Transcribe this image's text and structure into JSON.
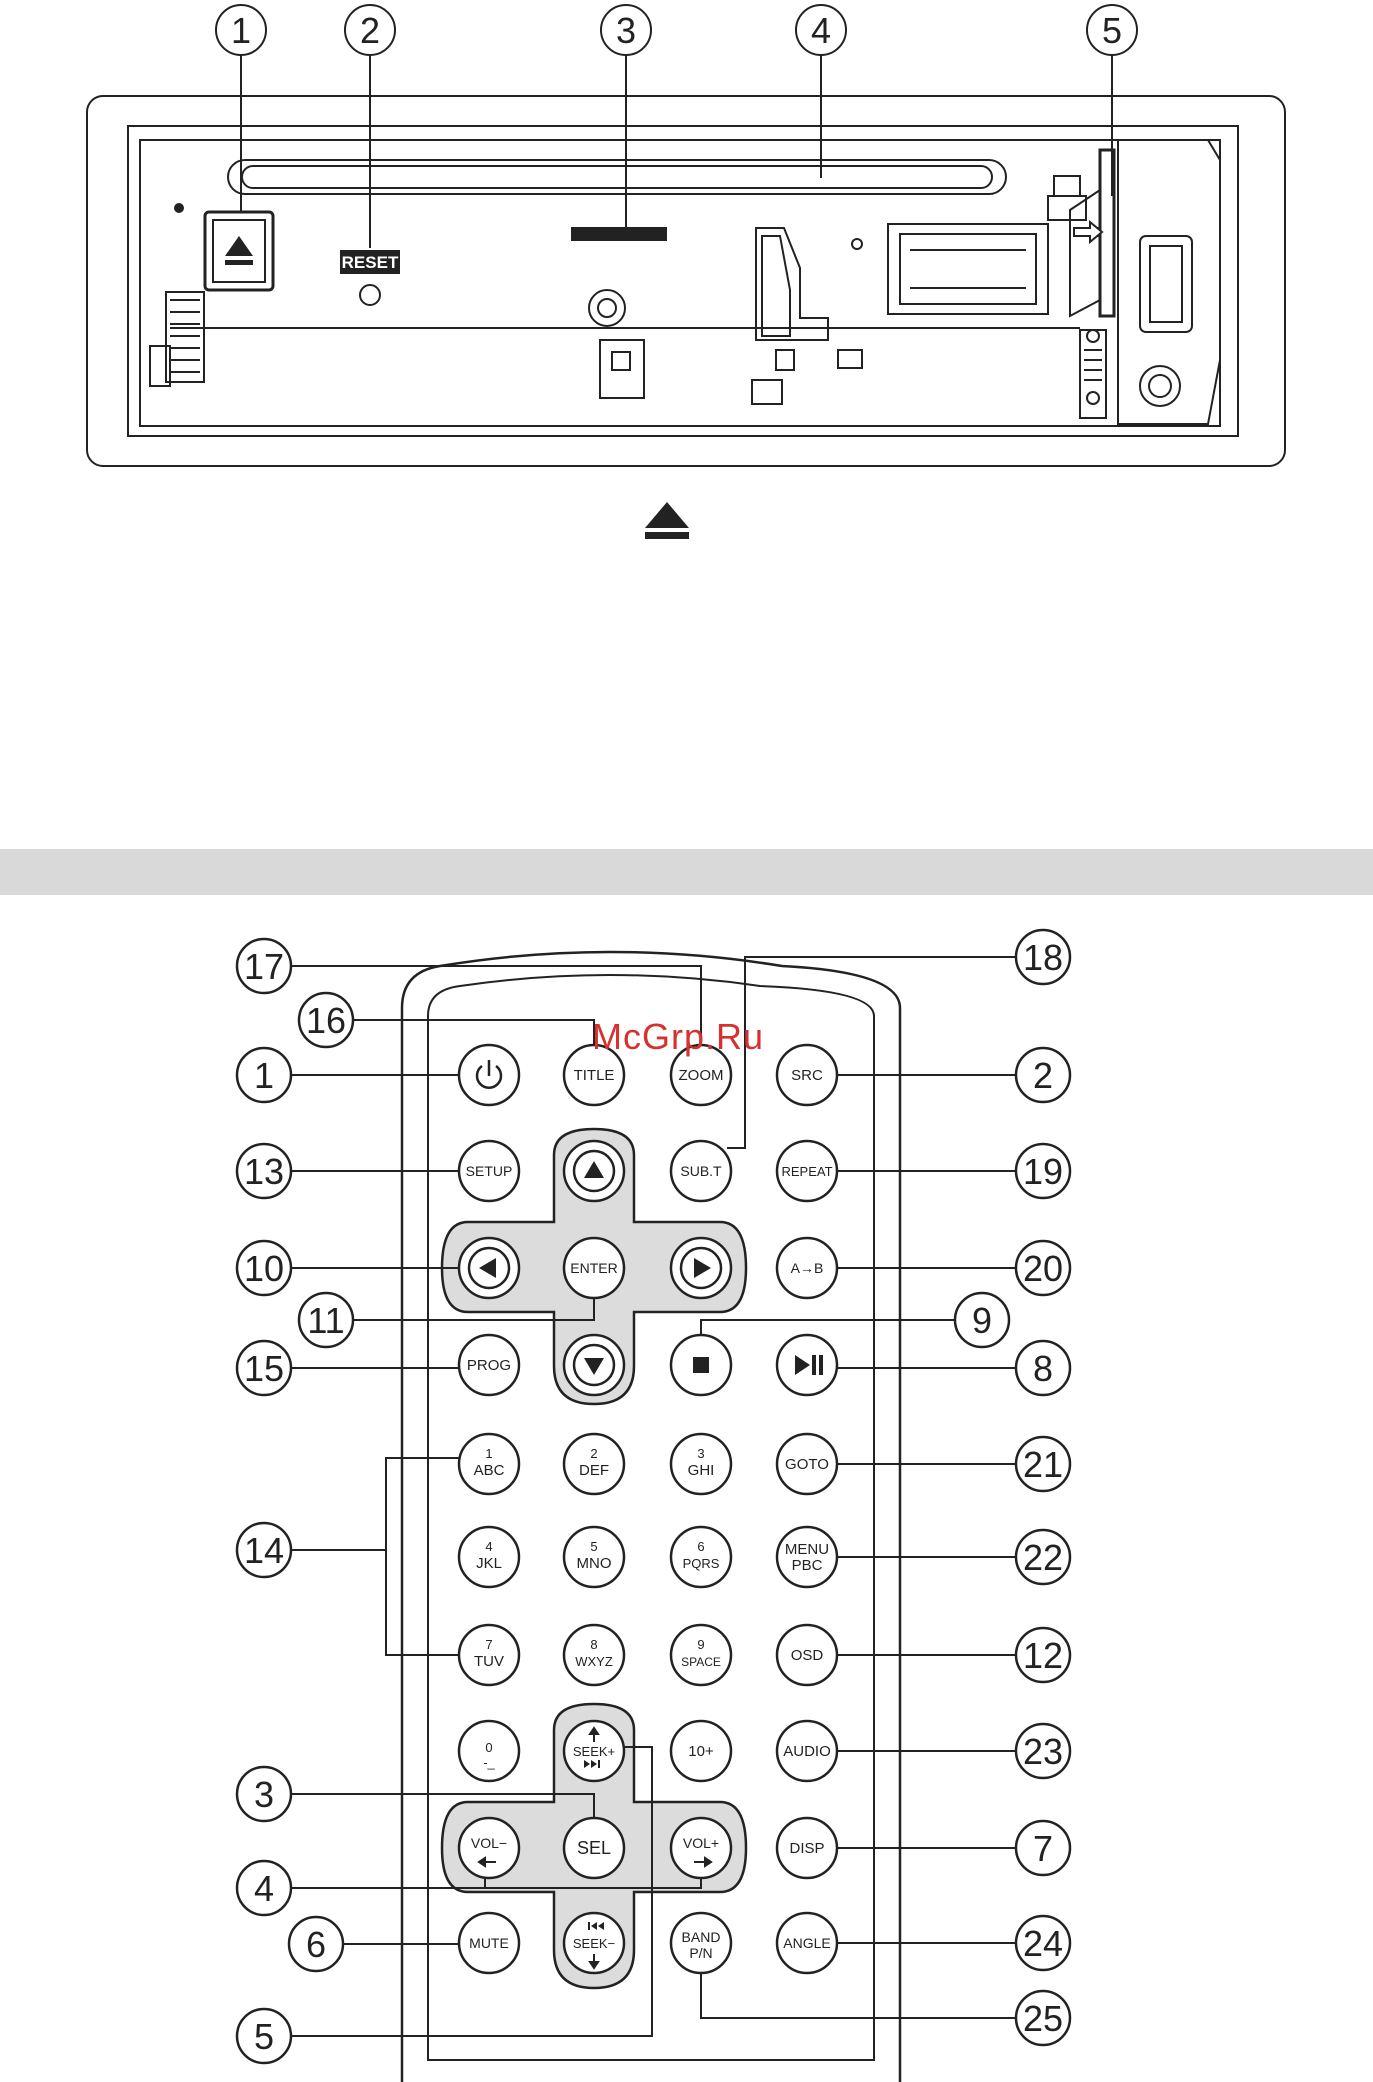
{
  "front_panel": {
    "callouts": [
      "1",
      "2",
      "3",
      "4",
      "5"
    ],
    "reset_label": "RESET"
  },
  "watermark": "McGrp.Ru",
  "remote": {
    "buttons": {
      "title": "TITLE",
      "zoom": "ZOOM",
      "src": "SRC",
      "setup": "SETUP",
      "subt": "SUB.T",
      "repeat": "REPEAT",
      "enter": "ENTER",
      "ab": "A→B",
      "prog": "PROG",
      "goto": "GOTO",
      "k1a": "1",
      "k1b": "ABC",
      "k2a": "2",
      "k2b": "DEF",
      "k3a": "3",
      "k3b": "GHI",
      "k4a": "4",
      "k4b": "JKL",
      "k5a": "5",
      "k5b": "MNO",
      "k6a": "6",
      "k6b": "PQRS",
      "menu_a": "MENU",
      "menu_b": "PBC",
      "k7a": "7",
      "k7b": "TUV",
      "k8a": "8",
      "k8b": "WXYZ",
      "k9a": "9",
      "k9b": "SPACE",
      "osd": "OSD",
      "k0a": "0",
      "k0b": "-_",
      "seekp": "SEEK+",
      "tenplus": "10+",
      "audio": "AUDIO",
      "volm": "VOL−",
      "sel": "SEL",
      "volp": "VOL+",
      "disp": "DISP",
      "mute": "MUTE",
      "seekm": "SEEK−",
      "band_a": "BAND",
      "band_b": "P/N",
      "angle": "ANGLE"
    },
    "callouts": {
      "c1": "1",
      "c2": "2",
      "c3": "3",
      "c4": "4",
      "c5": "5",
      "c6": "6",
      "c7": "7",
      "c8": "8",
      "c9": "9",
      "c10": "10",
      "c11": "11",
      "c12": "12",
      "c13": "13",
      "c14": "14",
      "c15": "15",
      "c16": "16",
      "c17": "17",
      "c18": "18",
      "c19": "19",
      "c20": "20",
      "c21": "21",
      "c22": "22",
      "c23": "23",
      "c24": "24",
      "c25": "25"
    }
  }
}
